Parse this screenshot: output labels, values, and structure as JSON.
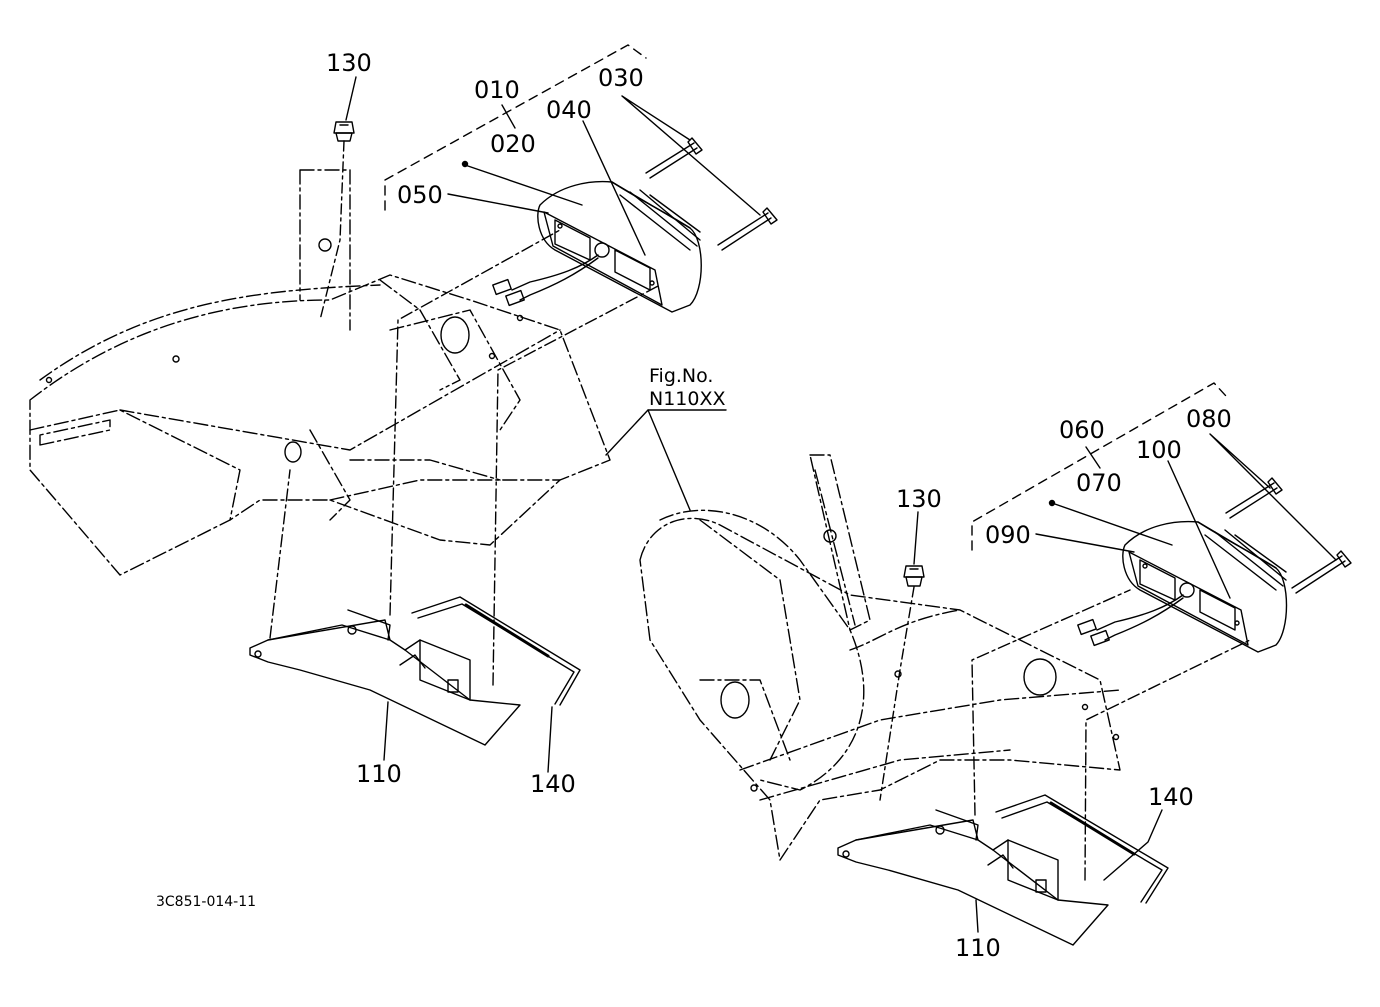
{
  "figure": {
    "fig_label": "Fig.No.",
    "fig_number": "N110XX",
    "drawing_code": "3C851-014-11"
  },
  "left_assembly": {
    "labels": {
      "p130": "130",
      "p010": "010",
      "p030": "030",
      "p040": "040",
      "p020": "020",
      "p050": "050",
      "p110": "110",
      "p140": "140"
    }
  },
  "right_assembly": {
    "labels": {
      "p060": "060",
      "p080": "080",
      "p100": "100",
      "p070": "070",
      "p130": "130",
      "p090": "090",
      "p140": "140",
      "p110": "110"
    }
  }
}
